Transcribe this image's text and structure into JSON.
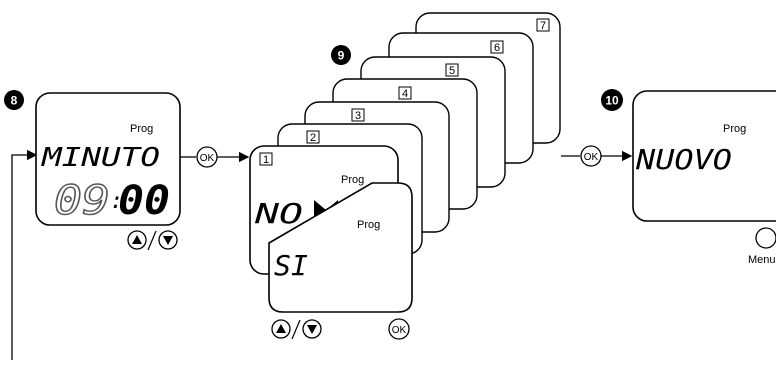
{
  "steps": {
    "s8": {
      "number": "8",
      "prog_label": "Prog",
      "word": "MINUTO",
      "time_dim": "09",
      "colon": ":",
      "time_solid": "00"
    },
    "s9": {
      "number": "9",
      "cards": [
        "1",
        "2",
        "3",
        "4",
        "5",
        "6",
        "7"
      ],
      "prog_label_no": "Prog",
      "option_no": "NO",
      "prog_label_si": "Prog",
      "option_si": "SI"
    },
    "s10": {
      "number": "10",
      "prog_label": "Prog",
      "word": "NUOVO",
      "menu_label": "Menu"
    }
  },
  "buttons": {
    "ok": "OK"
  }
}
